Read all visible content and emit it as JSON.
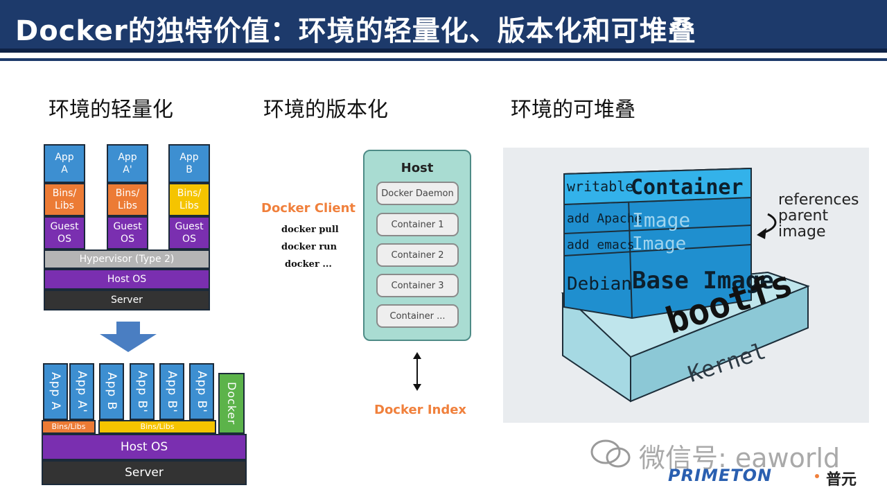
{
  "header": {
    "title": "Docker的独特价值：环境的轻量化、版本化和可堆叠"
  },
  "sections": {
    "lightweight": "环境的轻量化",
    "versioning": "环境的版本化",
    "stacking": "环境的可堆叠"
  },
  "vm_diagram": {
    "apps": [
      {
        "app": "App\nA",
        "libs": "Bins/\nLibs",
        "os": "Guest\nOS"
      },
      {
        "app": "App\nA'",
        "libs": "Bins/\nLibs",
        "os": "Guest\nOS"
      },
      {
        "app": "App\nB",
        "libs": "Bins/\nLibs",
        "os": "Guest\nOS"
      }
    ],
    "hypervisor": "Hypervisor (Type 2)",
    "host_os": "Host OS",
    "server": "Server"
  },
  "docker_diagram": {
    "apps": [
      "App A",
      "App A'",
      "App B",
      "App B'",
      "App B'",
      "App B'"
    ],
    "docker": "Docker",
    "bins_libs_left": "Bins/Libs",
    "bins_libs_right": "Bins/Libs",
    "host_os": "Host OS",
    "server": "Server"
  },
  "version_diagram": {
    "client_title": "Docker Client",
    "commands": [
      "docker pull",
      "docker run",
      "docker ..."
    ],
    "host_title": "Host",
    "host_items": [
      "Docker Daemon",
      "Container 1",
      "Container 2",
      "Container 3",
      "Container ..."
    ],
    "index_label": "Docker Index"
  },
  "stack_diagram": {
    "layers": [
      {
        "left": "writable",
        "right": "Container"
      },
      {
        "left": "add Apache",
        "right": "Image"
      },
      {
        "left": "add emacs",
        "right": "Image"
      },
      {
        "left": "Debian",
        "right": "Base Image"
      }
    ],
    "bootfs": "bootfs",
    "kernel": "Kernel",
    "annotation": "references\nparent\nimage"
  },
  "watermark": {
    "wechat": "微信号: eaworld",
    "brand": "PRIMETON",
    "brand_cn": "普元"
  },
  "colors": {
    "header_bg": "#1d3a6b",
    "app_blue": "#3d8fd1",
    "libs_orange": "#ec7b35",
    "guest_purple": "#7a2fb0",
    "docker_green": "#5cb34a",
    "client_orange": "#f0803c",
    "host_teal": "#a9dcd2"
  }
}
